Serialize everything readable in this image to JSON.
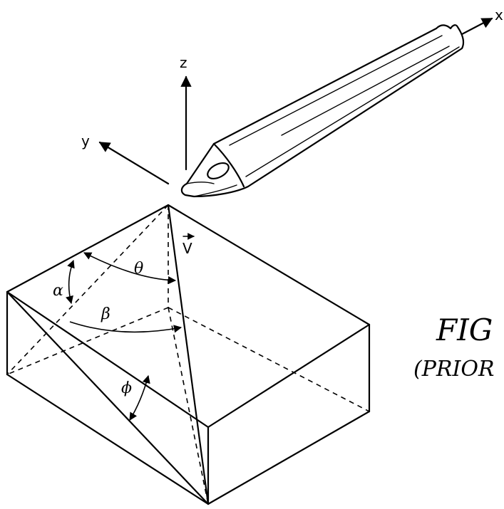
{
  "axes": {
    "x_label": "x",
    "y_label": "y",
    "z_label": "z"
  },
  "vector": {
    "label": "V"
  },
  "angles": {
    "theta": "θ",
    "alpha": "α",
    "beta": "β",
    "phi": "ϕ"
  },
  "caption": {
    "line1": "FIG",
    "line2": "(PRIOR"
  }
}
